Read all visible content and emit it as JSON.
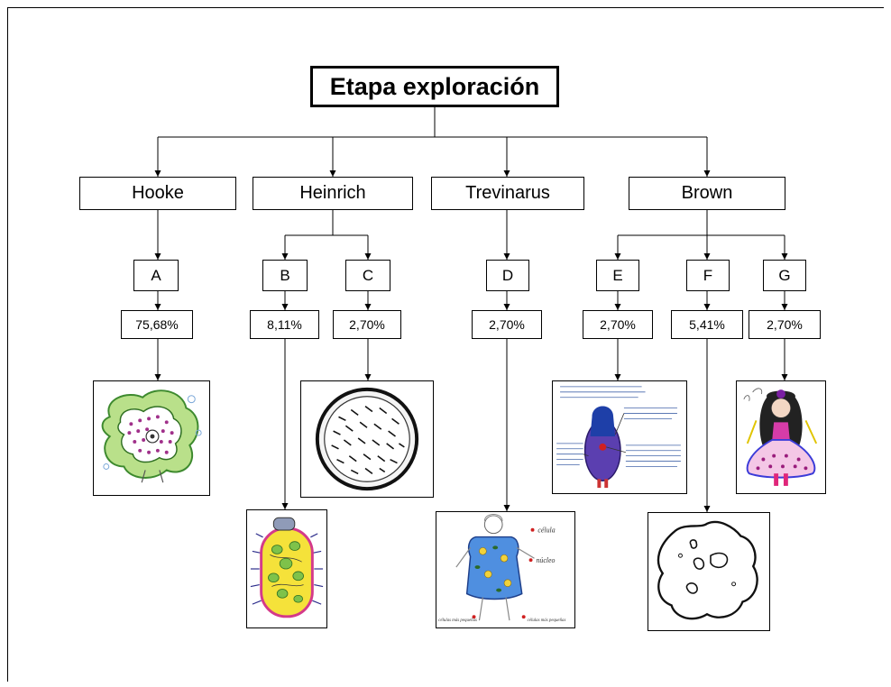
{
  "diagram": {
    "title": "Etapa exploración",
    "authors": [
      {
        "id": "hooke",
        "label": "Hooke"
      },
      {
        "id": "heinrich",
        "label": "Heinrich"
      },
      {
        "id": "trevinarus",
        "label": "Trevinarus"
      },
      {
        "id": "brown",
        "label": "Brown"
      }
    ],
    "categories": [
      {
        "id": "A",
        "label": "A",
        "author": "hooke",
        "percent": "75,68%",
        "drawing": "cell-drawing-green-outline"
      },
      {
        "id": "B",
        "label": "B",
        "author": "heinrich",
        "percent": "8,11%",
        "drawing": "cell-drawing-yellow-bacillus"
      },
      {
        "id": "C",
        "label": "C",
        "author": "heinrich",
        "percent": "2,70%",
        "drawing": "cell-drawing-circle-hatched"
      },
      {
        "id": "D",
        "label": "D",
        "author": "trevinarus",
        "percent": "2,70%",
        "drawing": "cell-drawing-blue-figure"
      },
      {
        "id": "E",
        "label": "E",
        "author": "brown",
        "percent": "2,70%",
        "drawing": "cell-drawing-annotated-figure"
      },
      {
        "id": "F",
        "label": "F",
        "author": "brown",
        "percent": "5,41%",
        "drawing": "cell-drawing-irregular-outline"
      },
      {
        "id": "G",
        "label": "G",
        "author": "brown",
        "percent": "2,70%",
        "drawing": "cell-drawing-girl-figure"
      }
    ],
    "drawing_labels": {
      "D": [
        "célula",
        "núcleo",
        "células más pequeñas",
        "células más pequeñas"
      ]
    }
  }
}
